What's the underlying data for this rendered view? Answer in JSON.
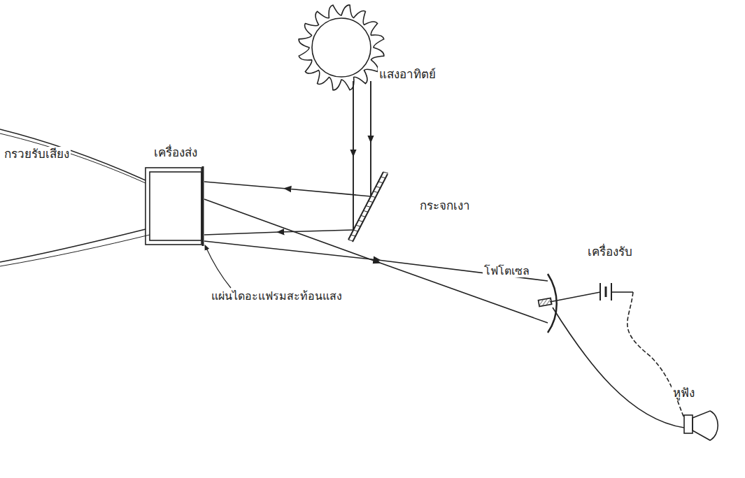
{
  "diagram": {
    "labels": [
      "แสงอาทิตย์",
      "เครื่องส่ง",
      "กระจกเงา",
      "กรวยรับเสียง",
      "แผ่นไดอะแฟรมสะท้อนแสง",
      "เครื่องรับ",
      "โฟโตเซล",
      "หูฟัง"
    ]
  }
}
